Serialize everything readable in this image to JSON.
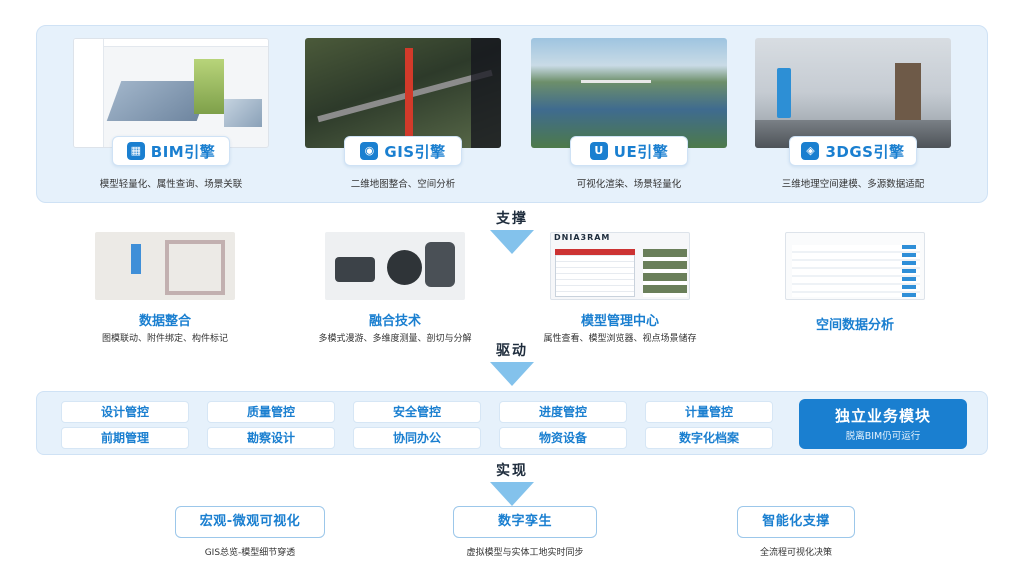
{
  "engines": [
    {
      "icon": "▦",
      "name": "BIM引擎",
      "desc": "模型轻量化、属性查询、场景关联"
    },
    {
      "icon": "◉",
      "name": "GIS引擎",
      "desc": "二维地图整合、空间分析"
    },
    {
      "icon": "U",
      "name": "UE引擎",
      "desc": "可视化渲染、场景轻量化"
    },
    {
      "icon": "◈",
      "name": "3DGS引擎",
      "desc": "三维地理空间建模、多源数据适配"
    }
  ],
  "connectors": {
    "support": "支撑",
    "drive": "驱动",
    "realize": "实现"
  },
  "tech": [
    {
      "title": "数据整合",
      "sub": "图模联动、附件绑定、构件标记"
    },
    {
      "title": "融合技术",
      "sub": "多模式漫游、多维度测量、剖切与分解"
    },
    {
      "title": "模型管理中心",
      "sub": "属性查看、模型浏览器、视点场景储存",
      "thumb_header": "DNIA3RAM"
    },
    {
      "title": "空间数据分析",
      "sub": ""
    }
  ],
  "modules": {
    "row1": [
      "设计管控",
      "质量管控",
      "安全管控",
      "进度管控",
      "计量管控"
    ],
    "row2": [
      "前期管理",
      "勘察设计",
      "协同办公",
      "物资设备",
      "数字化档案"
    ],
    "standalone": {
      "title": "独立业务模块",
      "sub": "脱离BIM仍可运行"
    }
  },
  "outcomes": [
    {
      "title": "宏观-微观可视化",
      "note": "GIS总览-模型细节穿透"
    },
    {
      "title": "数字孪生",
      "note": "虚拟模型与实体工地实时同步"
    },
    {
      "title": "智能化支撑",
      "note": "全流程可视化决策"
    }
  ],
  "colors": {
    "accent": "#1a7fd0",
    "panel_bg": "#e6f1fb",
    "arrow": "#5aaee6"
  }
}
